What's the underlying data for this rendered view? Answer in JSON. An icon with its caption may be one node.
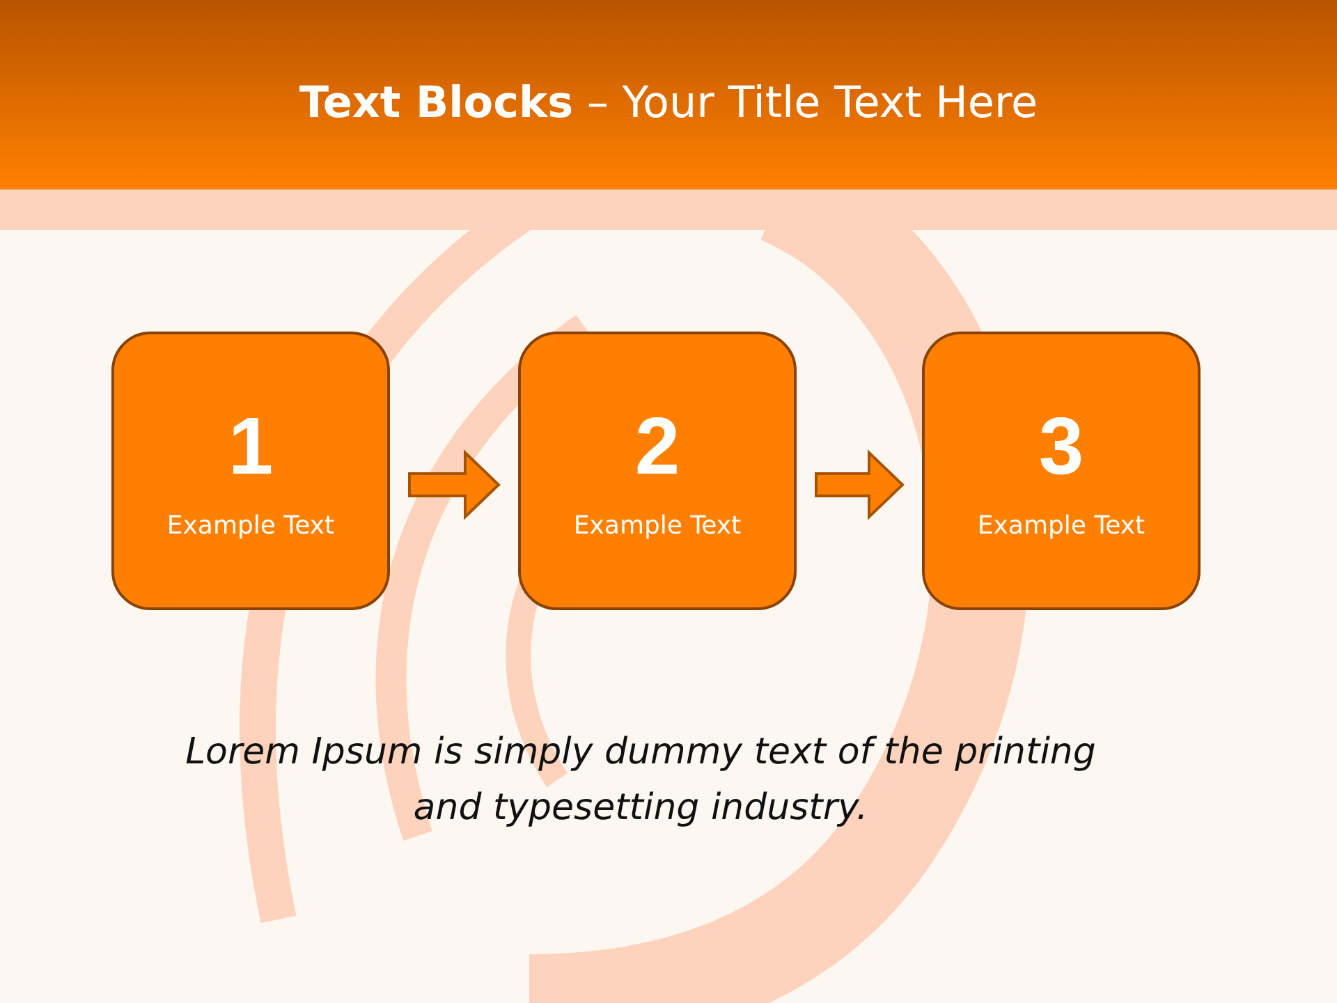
{
  "diagram": {
    "title": "**Text Blocks** – Your Title Text Here",
    "nodes": [
      {
        "text": [
          "1",
          "Example Text"
        ]
      },
      {
        "text": [
          "2",
          "Example Text"
        ]
      },
      {
        "text": [
          "3",
          "Example Text"
        ]
      }
    ],
    "edges": [
      {
        "from": 0,
        "to": 1,
        "arrow": "to"
      },
      {
        "from": 1,
        "to": 2,
        "arrow": "to"
      }
    ],
    "labels": [
      "Lorem Ipsum is simply dummy text of the printing and typesetting industry."
    ]
  }
}
